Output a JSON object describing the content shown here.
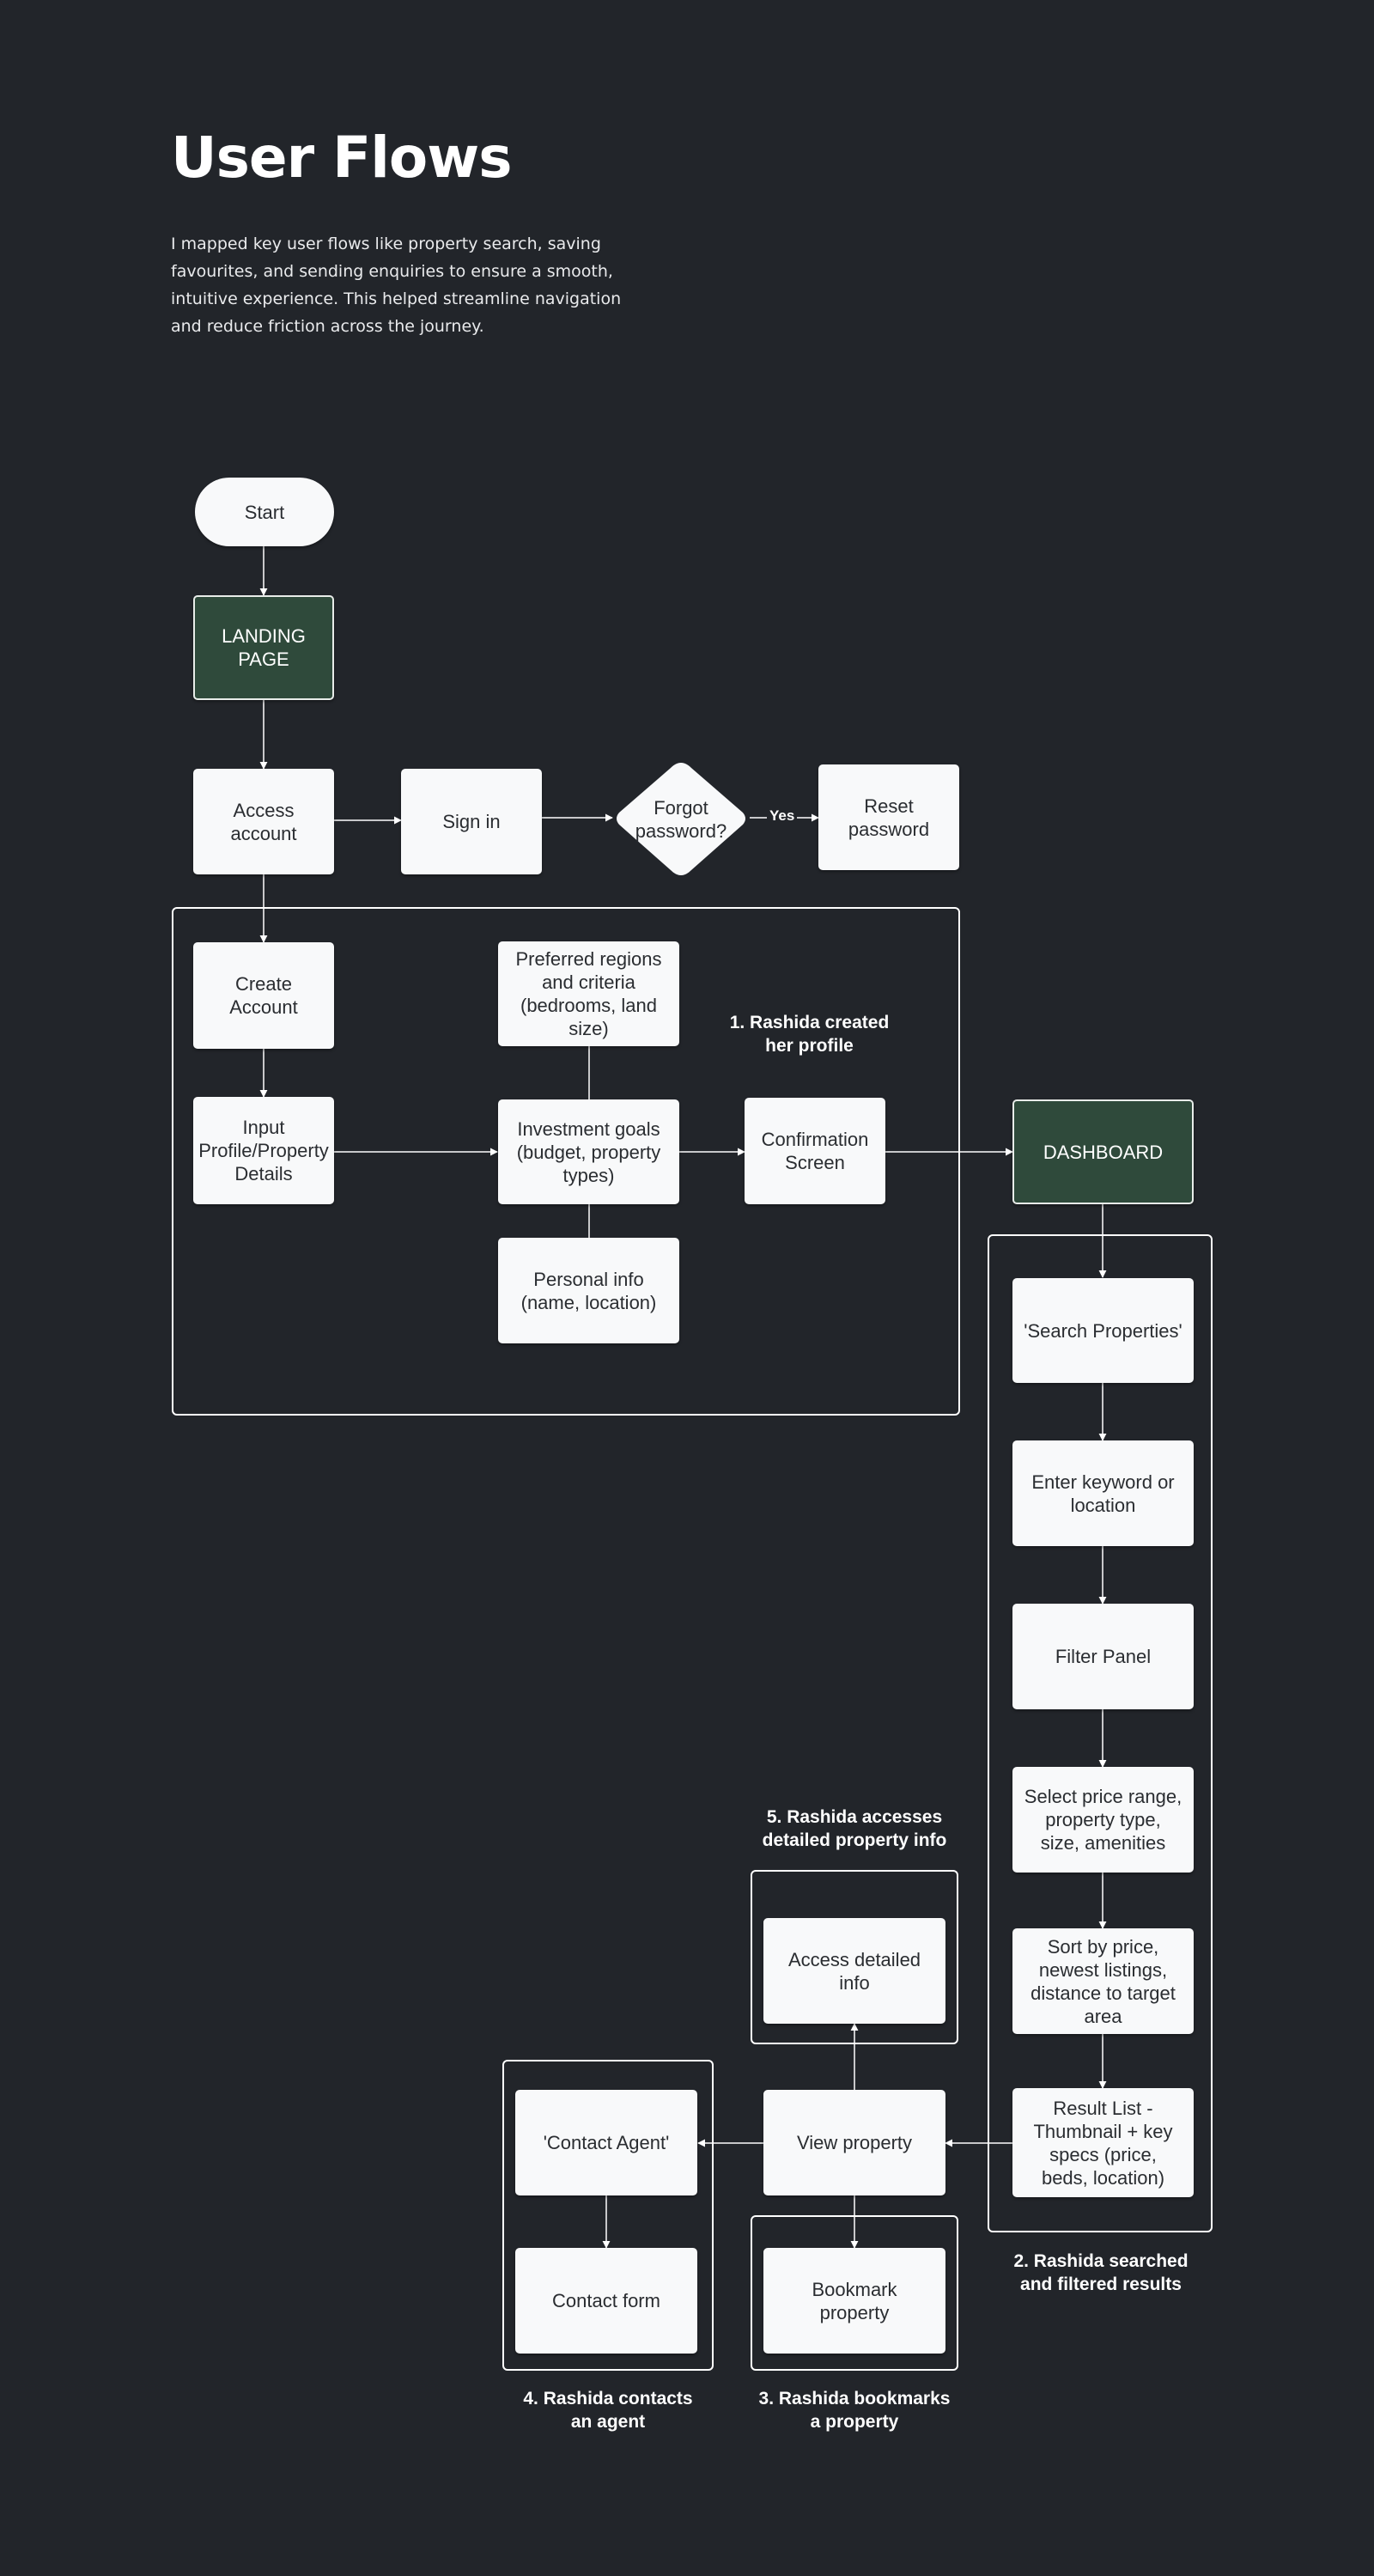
{
  "header": {
    "title": "User Flows",
    "description": "I mapped key user flows like property search, saving favourites, and sending enquiries to ensure a smooth, intuitive experience. This helped streamline navigation and reduce friction across the journey."
  },
  "colors": {
    "background": "#22252a",
    "node": "#f8f9fa",
    "node_text": "#2a2d31",
    "highlight_node": "#2f4a3b",
    "line": "#ffffff"
  },
  "nodes": {
    "start": "Start",
    "landing_page": "LANDING\nPAGE",
    "access_account": "Access\naccount",
    "sign_in": "Sign in",
    "forgot_password": "Forgot\npassword?",
    "reset_password": "Reset\npassword",
    "create_account": "Create\nAccount",
    "input_profile": "Input\nProfile/Property\nDetails",
    "preferred_regions": "Preferred regions\nand criteria\n(bedrooms, land\nsize)",
    "investment_goals": "Investment goals\n(budget, property\ntypes)",
    "personal_info": "Personal info\n(name, location)",
    "confirmation_screen": "Confirmation\nScreen",
    "dashboard": "DASHBOARD",
    "search_properties": "'Search Properties'",
    "enter_keyword": "Enter keyword or\nlocation",
    "filter_panel": "Filter Panel",
    "select_price": "Select price range,\nproperty type,\nsize, amenities",
    "sort_by": "Sort by price,\nnewest listings,\ndistance to target\narea",
    "result_list": "Result List -\nThumbnail + key\nspecs (price,\nbeds, location)",
    "view_property": "View property",
    "access_detailed_info": "Access detailed\ninfo",
    "bookmark_property": "Bookmark\nproperty",
    "contact_agent": "'Contact Agent'",
    "contact_form": "Contact form"
  },
  "edge_labels": {
    "yes": "Yes"
  },
  "captions": {
    "created_profile": "1. Rashida created\nher profile",
    "searched_filtered": "2. Rashida searched\nand filtered results",
    "bookmarks": "3. Rashida bookmarks\na property",
    "contacts_agent": "4. Rashida contacts\nan agent",
    "detailed_info": "5. Rashida accesses\ndetailed property info"
  }
}
